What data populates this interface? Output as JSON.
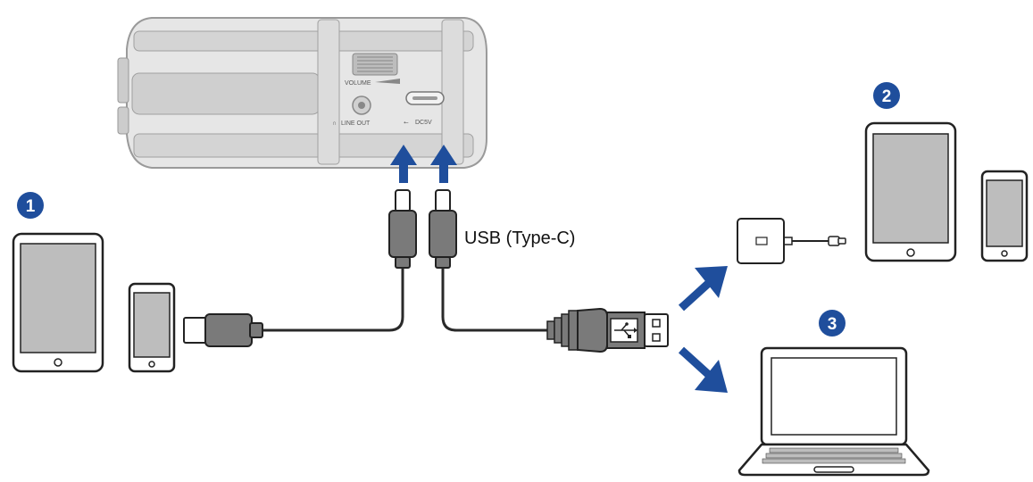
{
  "device": {
    "volume_label": "VOLUME",
    "line_out_label": "LINE OUT",
    "dc_label": "DC5V"
  },
  "cable_label": "USB (Type-C)",
  "badges": {
    "one": "1",
    "two": "2",
    "three": "3"
  },
  "colors": {
    "arrow_blue": "#1f4e9c",
    "badge_blue": "#1f4e9c",
    "device_gray": "#d9d9d9",
    "screen_gray": "#bdbdbd",
    "connector_gray": "#7a7a7a",
    "cable_black": "#2a2a2a"
  }
}
